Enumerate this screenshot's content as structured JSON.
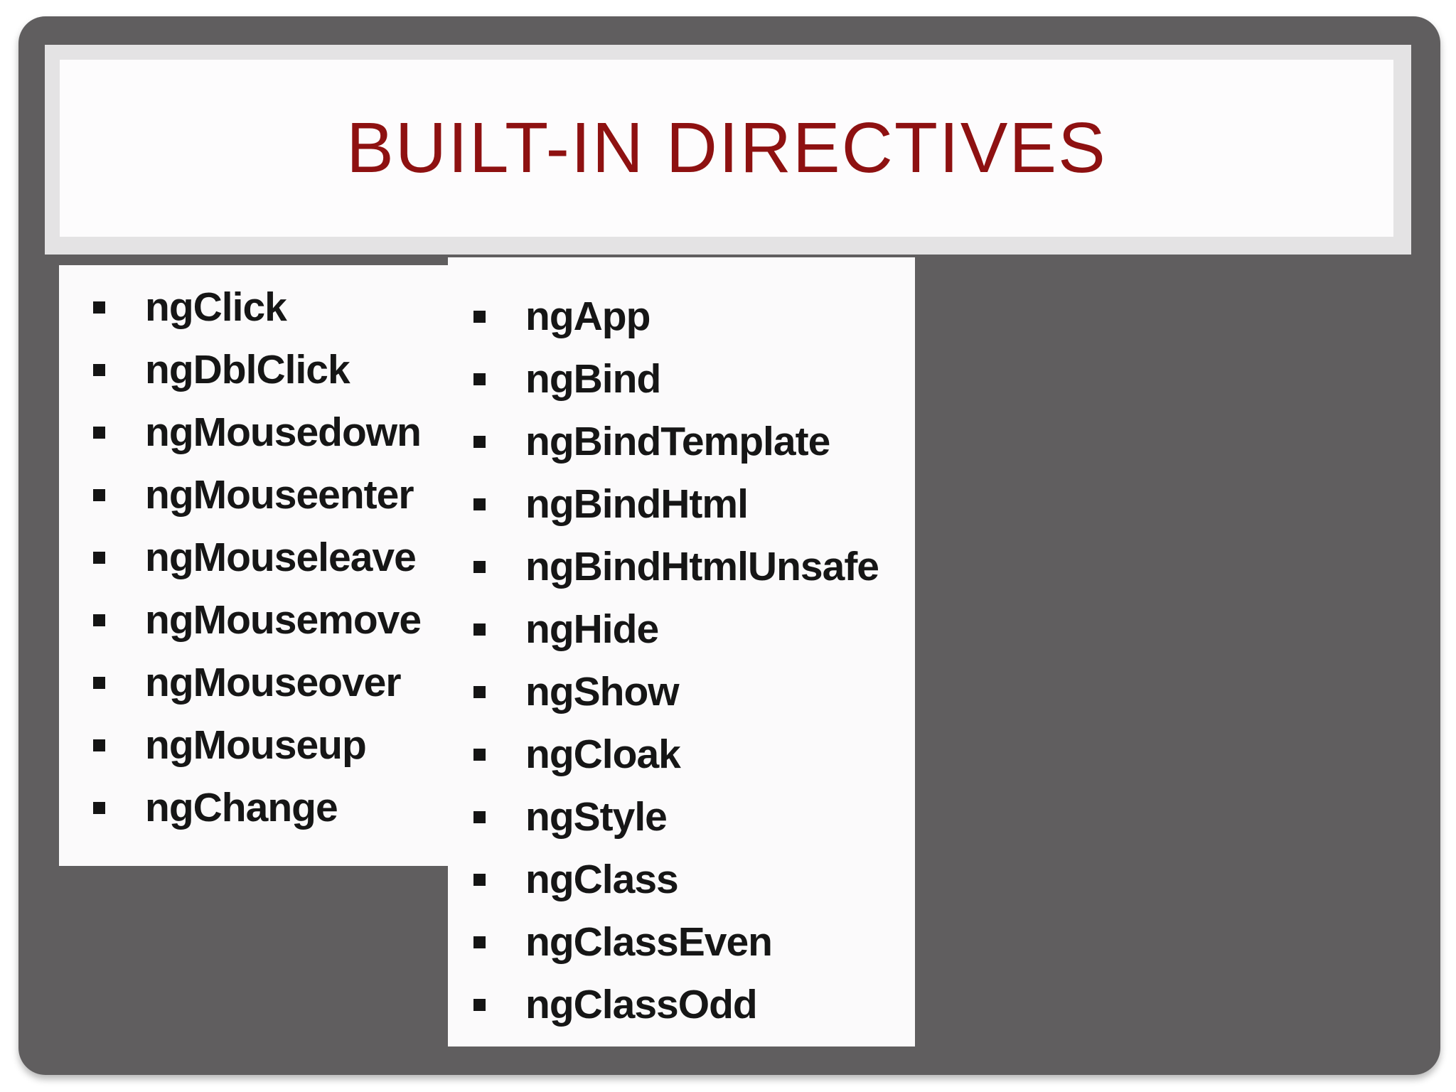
{
  "slide": {
    "title": "BUILT-IN DIRECTIVES",
    "colors": {
      "title_red": "#8e1111",
      "slide_gray": "#605e5f",
      "frame_gray": "#e4e3e4",
      "panel_white": "#fbfafb",
      "bullet_black": "#141414"
    },
    "icons": {
      "bullet": "square-bullet-icon"
    },
    "columns": [
      {
        "items": [
          "ngClick",
          "ngDblClick",
          "ngMousedown",
          "ngMouseenter",
          "ngMouseleave",
          "ngMousemove",
          "ngMouseover",
          "ngMouseup",
          "ngChange"
        ]
      },
      {
        "items": [
          "ngApp",
          "ngBind",
          "ngBindTemplate",
          "ngBindHtml",
          "ngBindHtmlUnsafe",
          "ngHide",
          "ngShow",
          "ngCloak",
          "ngStyle",
          "ngClass",
          "ngClassEven",
          "ngClassOdd"
        ]
      }
    ]
  }
}
